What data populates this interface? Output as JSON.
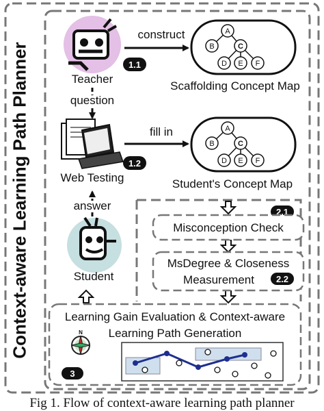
{
  "title": "Context-aware Learning Path Planner",
  "caption": "Fig 1. Flow of context-aware learning path planner",
  "actors": {
    "teacher": "Teacher",
    "web_testing": "Web Testing",
    "student": "Student"
  },
  "edges": {
    "construct": "construct",
    "question": "question",
    "fill_in": "fill in",
    "answer": "answer"
  },
  "maps": {
    "scaffolding": "Scaffolding Concept Map",
    "student": "Student's Concept Map",
    "nodes": [
      "A",
      "B",
      "C",
      "D",
      "E",
      "F"
    ]
  },
  "steps": {
    "s11": "1.1",
    "s12": "1.2",
    "s21": "2.1",
    "s22": "2.2",
    "s3": "3"
  },
  "process": {
    "misconception": "Misconception Check",
    "msdegree_line1": "MsDegree & Closeness",
    "msdegree_line2": "Measurement",
    "gain_line1": "Learning Gain Evaluation & Context-aware",
    "gain_line2": "Learning Path Generation"
  },
  "compass_icon": "compass-icon"
}
